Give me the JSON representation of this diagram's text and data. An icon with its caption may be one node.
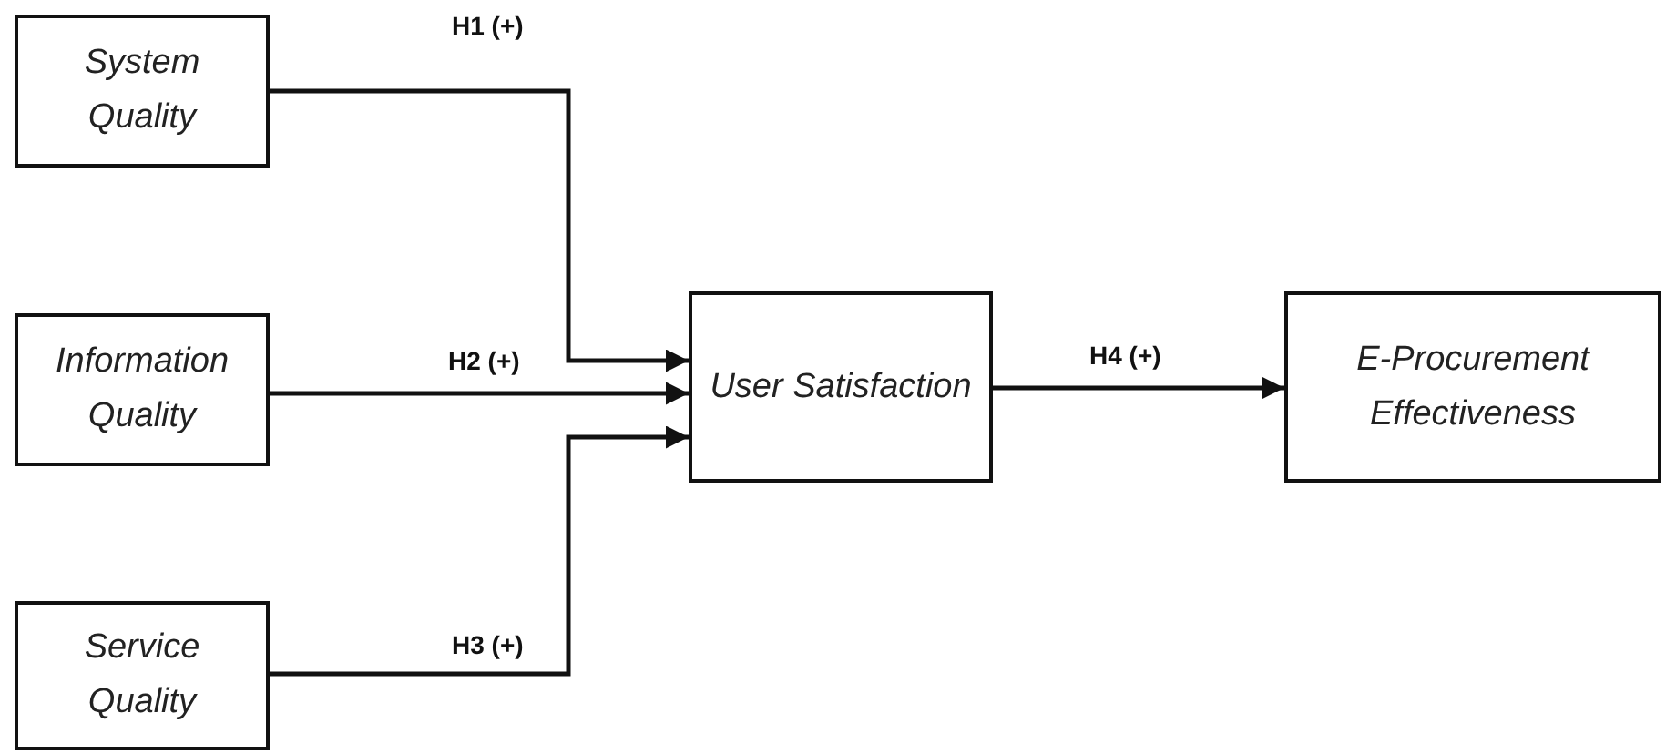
{
  "diagram": {
    "nodes": [
      {
        "text": [
          "System Quality"
        ]
      },
      {
        "text": [
          "Information Quality"
        ]
      },
      {
        "text": [
          "Service Quality"
        ]
      },
      {
        "text": [
          "User Satisfaction"
        ]
      },
      {
        "text": [
          "E-Procurement Effectiveness"
        ]
      }
    ],
    "edges": [
      {
        "from": 0,
        "to": 3,
        "arrow": "to",
        "label": "H1 (+)"
      },
      {
        "from": 1,
        "to": 3,
        "arrow": "to",
        "label": "H2 (+)"
      },
      {
        "from": 2,
        "to": 3,
        "arrow": "to",
        "label": "H3 (+)"
      },
      {
        "from": 3,
        "to": 4,
        "arrow": "to",
        "label": "H4 (+)"
      }
    ]
  }
}
